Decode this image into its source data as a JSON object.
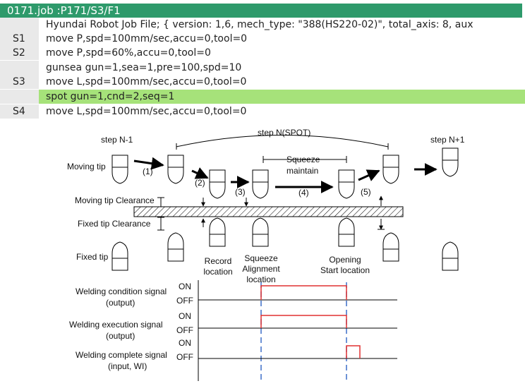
{
  "job": {
    "header": "0171.job   :P171/S3/F1",
    "lines": [
      {
        "label": "",
        "text": "Hyundai Robot Job File; { version: 1,6, mech_type: \"388(HS220-02)\", total_axis: 8, aux",
        "highlight": false
      },
      {
        "label": "S1",
        "text": "move P,spd=100mm/sec,accu=0,tool=0",
        "highlight": false
      },
      {
        "label": "S2",
        "text": "move P,spd=60%,accu=0,tool=0",
        "highlight": false
      },
      {
        "label": "",
        "text": "gunsea gun=1,sea=1,pre=100,spd=10",
        "highlight": false
      },
      {
        "label": "S3",
        "text": "move L,spd=100mm/sec,accu=0,tool=0",
        "highlight": false
      },
      {
        "label": "",
        "text": "spot gun=1,cnd=2,seq=1",
        "highlight": true
      },
      {
        "label": "S4",
        "text": "move L,spd=100mm/sec,accu=0,tool=0",
        "highlight": false
      }
    ]
  },
  "diagram": {
    "step_prev": "step N-1",
    "step_spot": "step N(SPOT)",
    "step_next": "step N+1",
    "moving_tip": "Moving tip",
    "moving_clearance": "Moving tip Clearance",
    "fixed_clearance": "Fixed tip Clearance",
    "fixed_tip": "Fixed tip",
    "squeeze_maintain_1": "Squeeze",
    "squeeze_maintain_2": "maintain",
    "steps": [
      "(1)",
      "(2)",
      "(3)",
      "(4)",
      "(5)"
    ],
    "record_1": "Record",
    "record_2": "location",
    "squeeze_align_1": "Squeeze",
    "squeeze_align_2": "Alignment",
    "squeeze_align_3": "location",
    "opening_1": "Opening",
    "opening_2": "Start location"
  },
  "signals": {
    "on": "ON",
    "off": "OFF",
    "cond_1": "Welding condition signal",
    "cond_2": "(output)",
    "exec_1": "Welding execution signal",
    "exec_2": "(output)",
    "comp_1": "Welding complete signal",
    "comp_2": "(input, WI)"
  },
  "colors": {
    "header": "#2e9a6b",
    "highlight": "#a6e27a",
    "signal": "#e03030",
    "timeline": "#3d6fc9"
  }
}
